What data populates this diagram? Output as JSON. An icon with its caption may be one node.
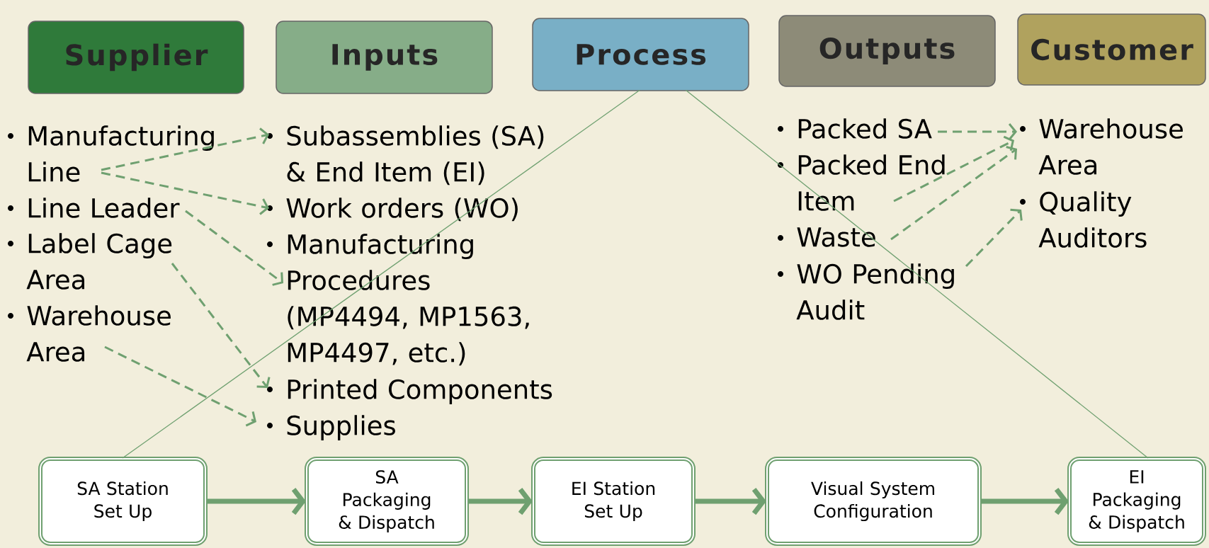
{
  "diagram": {
    "nodes": [
      {
        "text": [
          "Supplier"
        ]
      },
      {
        "text": [
          "Inputs"
        ]
      },
      {
        "text": [
          "Process"
        ]
      },
      {
        "text": [
          "Outputs"
        ]
      },
      {
        "text": [
          "Customer"
        ]
      },
      {
        "text": [
          "Manufacturing Line"
        ]
      },
      {
        "text": [
          "Line Leader"
        ]
      },
      {
        "text": [
          "Label Cage Area"
        ]
      },
      {
        "text": [
          "Warehouse Area"
        ]
      },
      {
        "text": [
          "Subassemblies (SA) & End Item (EI)"
        ]
      },
      {
        "text": [
          "Work orders (WO)"
        ]
      },
      {
        "text": [
          "Manufacturing Procedures (MP4494, MP1563, MP4497, etc.)"
        ]
      },
      {
        "text": [
          "Printed Components"
        ]
      },
      {
        "text": [
          "Supplies"
        ]
      },
      {
        "text": [
          "Packed SA"
        ]
      },
      {
        "text": [
          "Packed End Item"
        ]
      },
      {
        "text": [
          "Waste"
        ]
      },
      {
        "text": [
          "WO Pending Audit"
        ]
      },
      {
        "text": [
          "Warehouse Area"
        ]
      },
      {
        "text": [
          "Quality Auditors"
        ]
      },
      {
        "text": [
          "SA Station Set Up"
        ]
      },
      {
        "text": [
          "SA Packaging & Dispatch"
        ]
      },
      {
        "text": [
          "EI Station Set Up"
        ]
      },
      {
        "text": [
          "Visual System Configuration"
        ]
      },
      {
        "text": [
          "EI Packaging & Dispatch"
        ]
      }
    ],
    "edges": [
      {
        "from": 5,
        "to": 9,
        "arrow": "to",
        "style": "dashed"
      },
      {
        "from": 5,
        "to": 10,
        "arrow": "to",
        "style": "dashed"
      },
      {
        "from": 6,
        "to": 11,
        "arrow": "to",
        "style": "dashed"
      },
      {
        "from": 7,
        "to": 12,
        "arrow": "to",
        "style": "dashed"
      },
      {
        "from": 8,
        "to": 13,
        "arrow": "to",
        "style": "dashed"
      },
      {
        "from": 14,
        "to": 18,
        "arrow": "to",
        "style": "dashed"
      },
      {
        "from": 15,
        "to": 18,
        "arrow": "to",
        "style": "dashed"
      },
      {
        "from": 16,
        "to": 18,
        "arrow": "to",
        "style": "dashed"
      },
      {
        "from": 17,
        "to": 19,
        "arrow": "to",
        "style": "dashed"
      },
      {
        "from": 2,
        "to": 20,
        "arrow": "none"
      },
      {
        "from": 2,
        "to": 24,
        "arrow": "none"
      },
      {
        "from": 20,
        "to": 21,
        "arrow": "to",
        "style": "thick"
      },
      {
        "from": 21,
        "to": 22,
        "arrow": "to",
        "style": "thick"
      },
      {
        "from": 22,
        "to": 23,
        "arrow": "to",
        "style": "thick"
      },
      {
        "from": 23,
        "to": 24,
        "arrow": "to",
        "style": "thick"
      }
    ]
  }
}
